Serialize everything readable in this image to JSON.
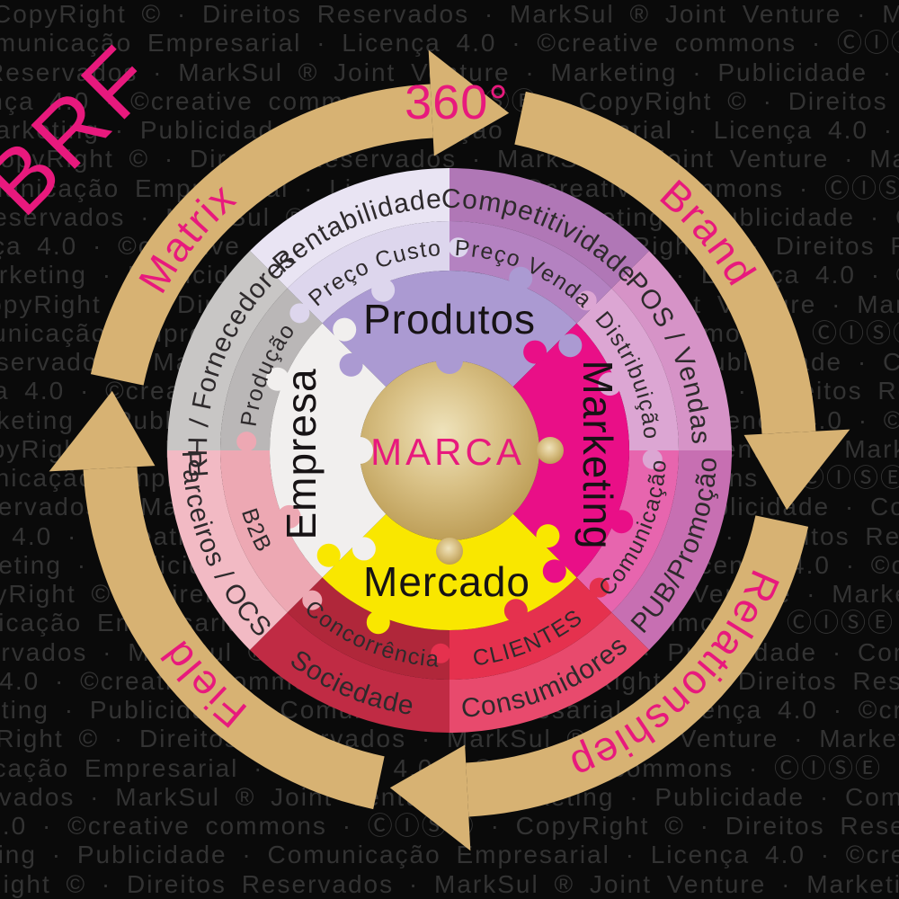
{
  "background": {
    "color": "#0a0a0a"
  },
  "watermark": {
    "color": "#333333",
    "rows": [
      "CopyRight © · Direitos Reservados · MarkSul ® Joint Venture · Marketing · Publicidade ·",
      "Comunicação Empresarial · Licença 4.0 · ©creative commons · ⒸⒾⓈⒺ · CopyRight © · Direitos",
      "Reservados · MarkSul ® Joint Venture · Marketing · Publicidade · Comunicação Empresarial ·",
      "Licença 4.0 · ©creative commons · ⒸⒾⓈⒺ · CopyRight © · Direitos Reservados · MarkSul ® Joint Venture",
      "Marketing · Publicidade · Comunicação Empresarial · Licença 4.0 · ©creative commons · ⒸⒾⓈⒺ"
    ]
  },
  "ring_labels": {
    "brf": "BRF",
    "matrix": "Matrix",
    "degrees": "360°",
    "brand": "Brand",
    "relationship": "Relationshiep",
    "field": "Field",
    "text_color": "#e8197d",
    "band_color": "#d7b273"
  },
  "center": {
    "label": "MARCA",
    "text_color": "#e8197d",
    "fill_light": "#efe3bc",
    "fill_mid": "#d9c186",
    "fill_dark": "#b6954b"
  },
  "inner_ring": [
    {
      "label": "Produtos",
      "color": "#ab9ad2",
      "position": "top"
    },
    {
      "label": "Marketing",
      "color": "#e90f87",
      "position": "right"
    },
    {
      "label": "Mercado",
      "color": "#f9e700",
      "position": "bottom"
    },
    {
      "label": "Empresa",
      "color": "#f1efee",
      "position": "left"
    }
  ],
  "middle_ring": [
    {
      "label": "Preço Venda",
      "color": "#b482c1"
    },
    {
      "label": "Distribuição",
      "color": "#dca6d3"
    },
    {
      "label": "Comunicação",
      "color": "#e765ae"
    },
    {
      "label": "CLIENTES",
      "color": "#e5314e"
    },
    {
      "label": "Concorrência",
      "color": "#b0273a"
    },
    {
      "label": "B2B",
      "color": "#eda8b3"
    },
    {
      "label": "Produção",
      "color": "#bab7b7"
    },
    {
      "label": "Preço Custo",
      "color": "#ddd6ed"
    }
  ],
  "outer_ring": [
    {
      "label": "Competitividade",
      "color": "#b077b6"
    },
    {
      "label": "POS / Vendas",
      "color": "#d693c7"
    },
    {
      "label": "PUB/Promoção",
      "color": "#c76fb2"
    },
    {
      "label": "Consumidores",
      "color": "#e84a6d"
    },
    {
      "label": "Sociedade",
      "color": "#c02b44"
    },
    {
      "label": "Parceiros / OCS",
      "color": "#f2bac4"
    },
    {
      "label": "RH / Fornecedores",
      "color": "#c8c6c5"
    },
    {
      "label": "Rentabilidade",
      "color": "#e9e4f3"
    }
  ]
}
